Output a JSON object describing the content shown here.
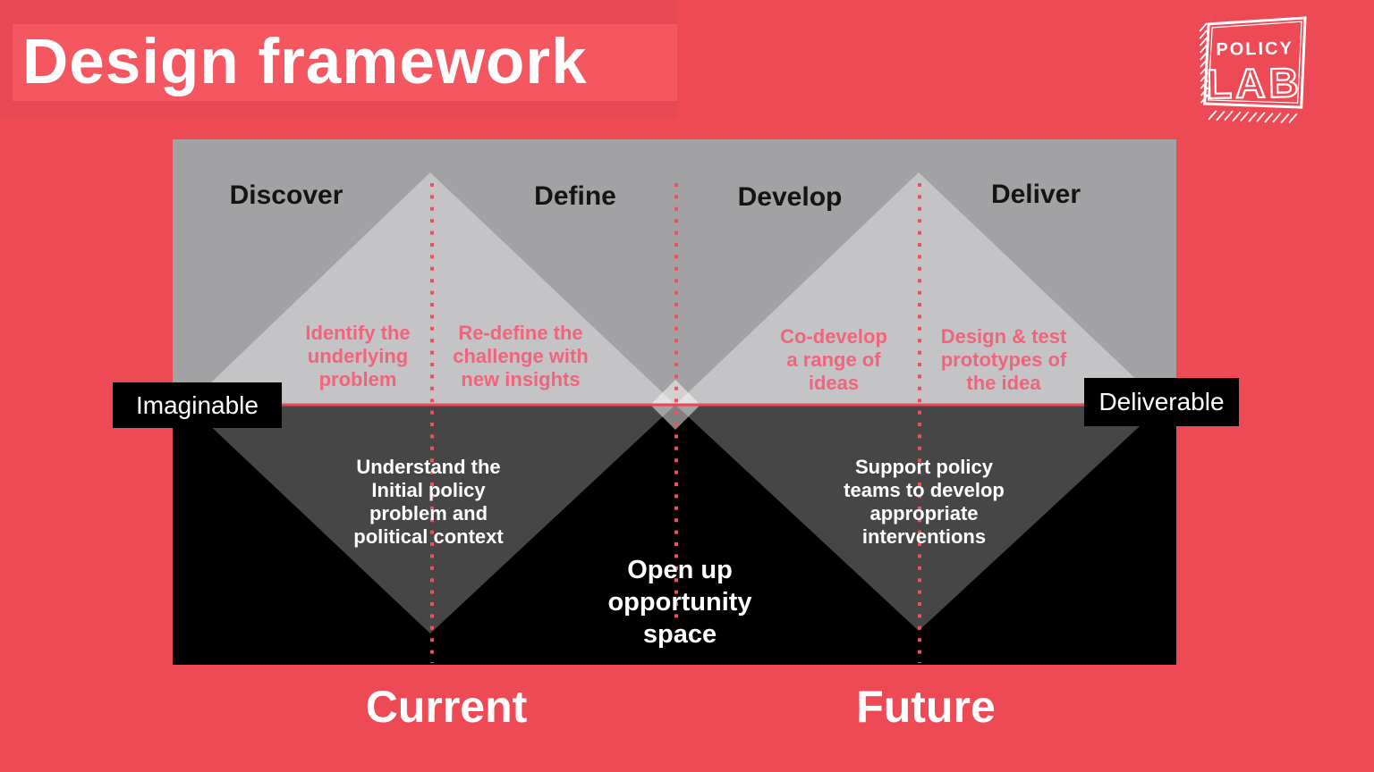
{
  "header": {
    "title": "Design framework"
  },
  "logo": {
    "word_top": "POLICY",
    "word_bottom": "LAB"
  },
  "diagram": {
    "phases": [
      {
        "name": "Discover",
        "focus": [
          "Identify the",
          "underlying",
          "problem"
        ]
      },
      {
        "name": "Define",
        "focus": [
          "Re-define the",
          "challenge with",
          "new insights"
        ]
      },
      {
        "name": "Develop",
        "focus": [
          "Co-develop",
          "a range of",
          "ideas"
        ]
      },
      {
        "name": "Deliver",
        "focus": [
          "Design & test",
          "prototypes of",
          "the idea"
        ]
      }
    ],
    "left_tag": "Imaginable",
    "right_tag": "Deliverable",
    "understand_note": [
      "Understand the",
      "Initial policy",
      "problem and",
      "political context"
    ],
    "support_note": [
      "Support policy",
      "teams to develop",
      "appropriate",
      "interventions"
    ],
    "opportunity_note": [
      "Open up",
      "opportunity",
      "space"
    ],
    "timeline": {
      "left": "Current",
      "right": "Future"
    }
  },
  "colors": {
    "background_red": "#ee4a56",
    "header_outer_red": "#e64854",
    "banner_red": "#f4575f",
    "accent_pink": "#f0647c",
    "dotted_line_red": "#f0505e",
    "midline_red": "#ef4656",
    "panel_top_gray": "#a2a2a4",
    "diamond_light_gray": "#c4c4c6",
    "diamond_dark_gray": "#464646",
    "panel_bottom_black": "#000000",
    "text_white": "#ffffff",
    "label_black": "#141414"
  }
}
